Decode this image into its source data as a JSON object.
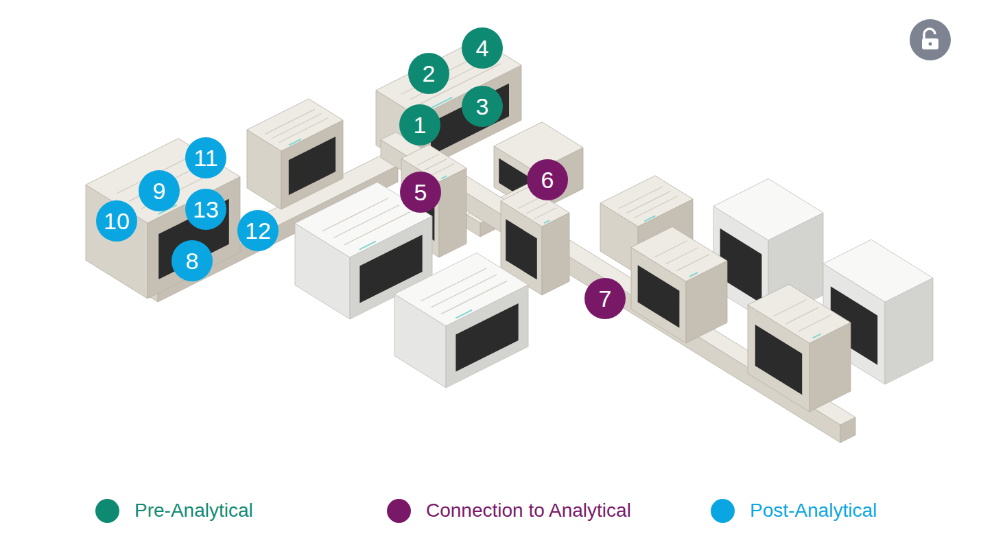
{
  "diagram": {
    "nodes": [
      {
        "text": [
          "1"
        ]
      },
      {
        "text": [
          "2"
        ]
      },
      {
        "text": [
          "3"
        ]
      },
      {
        "text": [
          "4"
        ]
      },
      {
        "text": [
          "5"
        ]
      },
      {
        "text": [
          "6"
        ]
      },
      {
        "text": [
          "7"
        ]
      },
      {
        "text": [
          "8"
        ]
      },
      {
        "text": [
          "9"
        ]
      },
      {
        "text": [
          "10"
        ]
      },
      {
        "text": [
          "11"
        ]
      },
      {
        "text": [
          "12"
        ]
      },
      {
        "text": [
          "13"
        ]
      }
    ],
    "legend": [
      {
        "text": "Pre-Analytical",
        "color": "#0f8a72"
      },
      {
        "text": "Connection to Analytical",
        "color": "#7a1868"
      },
      {
        "text": "Post-Analytical",
        "color": "#0aa6e2"
      }
    ]
  }
}
